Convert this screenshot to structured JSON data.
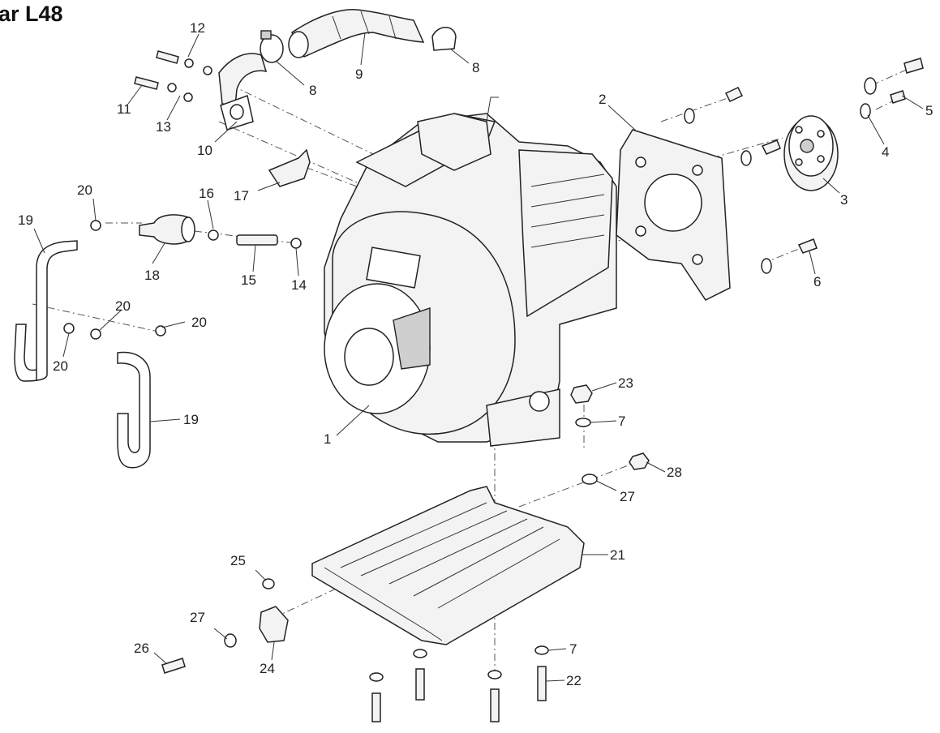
{
  "title": "ar L48",
  "callouts": [
    "1",
    "2",
    "3",
    "4",
    "5",
    "6",
    "7",
    "8",
    "9",
    "10",
    "11",
    "12",
    "13",
    "14",
    "15",
    "16",
    "17",
    "18",
    "19",
    "20",
    "21",
    "22",
    "23",
    "24",
    "25",
    "26",
    "27",
    "28"
  ]
}
